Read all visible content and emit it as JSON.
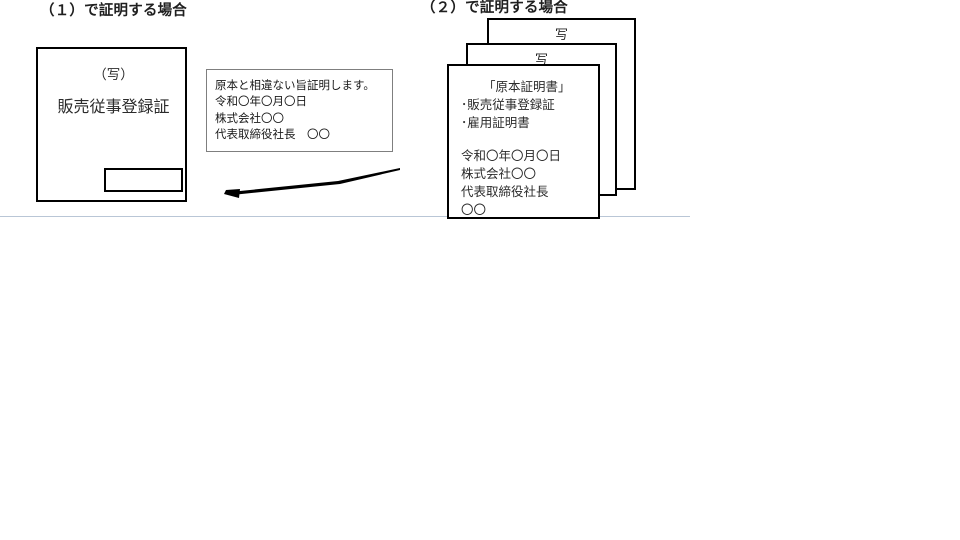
{
  "page": {
    "background_color": "#ffffff",
    "ink_color": "#000000",
    "divider_color": "#b9c6d6"
  },
  "section_1": {
    "title": "（１）で証明する場合",
    "document": {
      "copy_mark": "（写）",
      "name": "販売従事登録証"
    },
    "stamp_box": {
      "label": ""
    },
    "callout": {
      "lines": [
        "原本と相違ない旨証明します。",
        "令和〇年〇月〇日",
        "株式会社〇〇",
        "代表取締役社長　〇〇"
      ],
      "border_color": "#7f7f7f"
    }
  },
  "section_2": {
    "title": "（２）で証明する場合",
    "sheets": [
      {
        "label": "写"
      },
      {
        "label": "写"
      }
    ],
    "front_sheet": {
      "title": "「原本証明書」",
      "items": [
        "･販売従事登録証",
        "･雇用証明書"
      ],
      "signature": [
        "令和〇年〇月〇日",
        "株式会社〇〇",
        "代表取締役社長",
        "〇〇"
      ]
    }
  }
}
